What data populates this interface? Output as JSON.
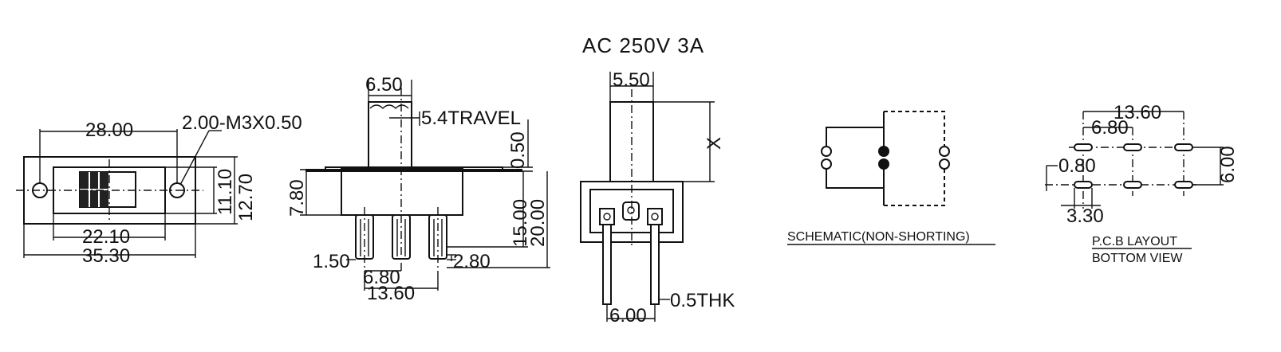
{
  "header": {
    "rating": "AC  250V  3A"
  },
  "top_view": {
    "mount_spacing": "28.00",
    "hole_spec": "2.00-M3X0.50",
    "inner_width": "22.10",
    "overall_length": "35.30",
    "height_inner": "11.10",
    "height_outer": "12.70"
  },
  "front_view": {
    "actuator_width": "6.50",
    "travel": "5.4TRAVEL",
    "flange_thickness": "0.50",
    "body_height": "7.80",
    "height_to_pins": "15.00",
    "overall_height": "20.00",
    "pin_width": "1.50",
    "pin_pitch": "6.80",
    "pin_span": "13.60",
    "pin_length": "2.80"
  },
  "side_view": {
    "actuator_width": "5.50",
    "actuator_height": "X",
    "terminal_spacing": "6.00",
    "terminal_thickness": "0.5THK"
  },
  "schematic": {
    "label": "SCHEMATIC(NON-SHORTING)"
  },
  "pcb": {
    "pitch_span": "13.60",
    "pitch": "6.80",
    "row_spacing": "6.00",
    "slot_width": "0.80",
    "slot_length": "3.30",
    "label_line1": "P.C.B LAYOUT",
    "label_line2": "BOTTOM VIEW"
  }
}
